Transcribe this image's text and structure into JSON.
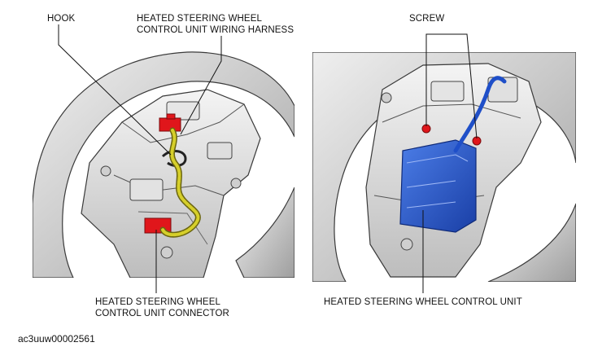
{
  "left_panel": {
    "hook_label": "HOOK",
    "harness_label_line1": "HEATED STEERING WHEEL",
    "harness_label_line2": "CONTROL UNIT WIRING HARNESS",
    "connector_label_line1": "HEATED STEERING WHEEL",
    "connector_label_line2": "CONTROL UNIT CONNECTOR"
  },
  "right_panel": {
    "screw_label": "SCREW",
    "control_unit_label": "HEATED STEERING WHEEL CONTROL UNIT"
  },
  "figure_id": "ac3uuw00002561",
  "colors": {
    "connector": "#e0161b",
    "control_unit": "#1f4fc8",
    "wiring_harness": "#c8c21e",
    "metal": "#d9d9d9",
    "outline": "#3a3a3a"
  }
}
